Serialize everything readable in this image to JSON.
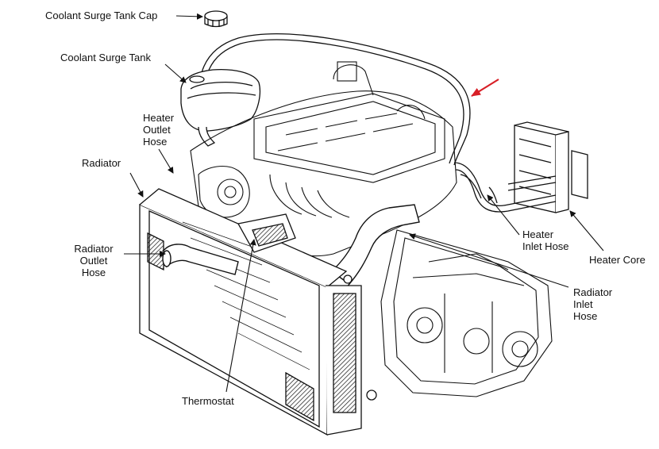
{
  "labels": {
    "coolant_surge_tank_cap": "Coolant Surge Tank Cap",
    "coolant_surge_tank": "Coolant Surge Tank",
    "heater_outlet_hose": "Heater\nOutlet\nHose",
    "radiator": "Radiator",
    "radiator_outlet_hose": "Radiator\nOutlet\nHose",
    "thermostat": "Thermostat",
    "heater_inlet_hose": "Heater\nInlet Hose",
    "heater_core": "Heater Core",
    "radiator_inlet_hose": "Radiator\nInlet\nHose"
  },
  "colors": {
    "line": "#111111",
    "highlight_arrow": "#d81f26",
    "background": "#ffffff"
  }
}
